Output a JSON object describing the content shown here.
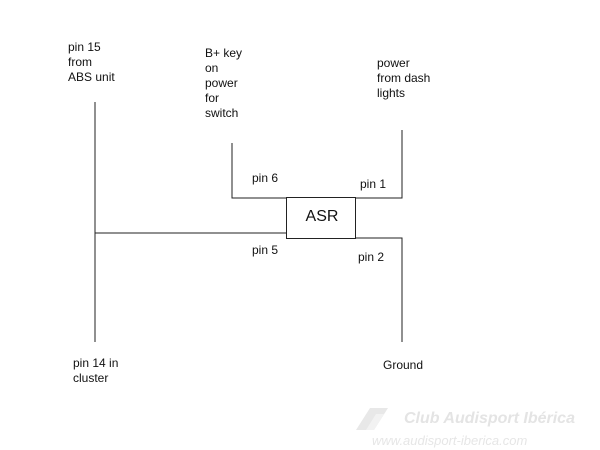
{
  "diagram": {
    "component_label": "ASR",
    "labels": {
      "pin15_source": "pin 15\nfrom\nABS unit",
      "bkey_source": "B+ key\non\npower\nfor\nswitch",
      "dash_source": "power\nfrom dash\nlights",
      "pin6": "pin 6",
      "pin1": "pin 1",
      "pin5": "pin 5",
      "pin2": "pin 2",
      "pin14_dest": "pin 14 in\ncluster",
      "ground": "Ground"
    },
    "colors": {
      "line": "#222222",
      "text": "#111111",
      "watermark": "#e4e4e4"
    }
  },
  "watermark": {
    "title": "Club Audisport Ibérica",
    "url": "www.audisport-iberica.com"
  }
}
